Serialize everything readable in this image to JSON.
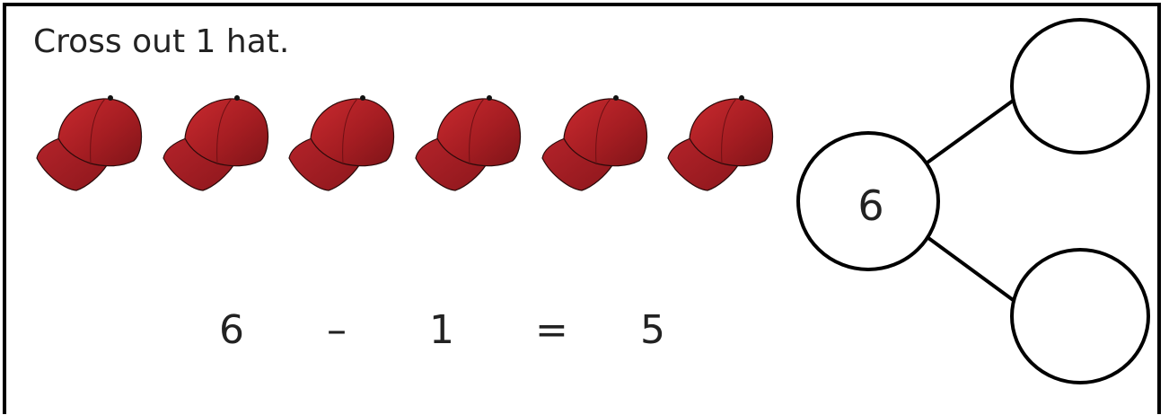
{
  "instruction": "Cross out 1 hat.",
  "hats": {
    "count": 6,
    "icon": "baseball-cap-icon",
    "color": "#a51d22"
  },
  "equation": {
    "minuend": "6",
    "operator": "–",
    "subtrahend": "1",
    "equals": "=",
    "result": "5"
  },
  "number_bond": {
    "whole": "6",
    "part_top": "",
    "part_bottom": ""
  }
}
